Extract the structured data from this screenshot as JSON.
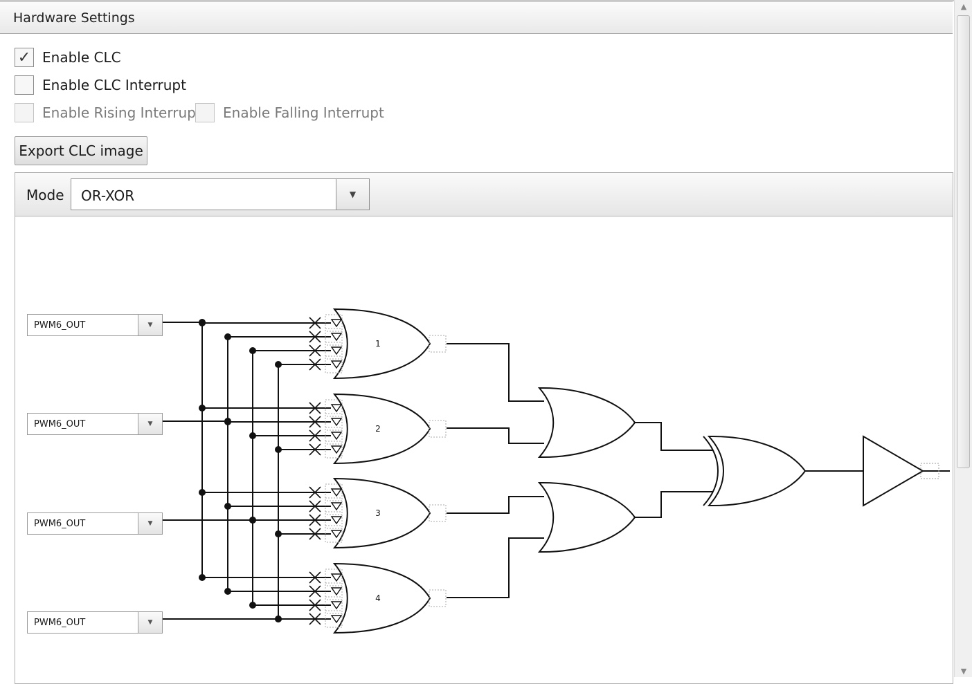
{
  "panel": {
    "title": "Hardware Settings"
  },
  "checkboxes": {
    "enable_clc": {
      "label": "Enable CLC",
      "checked": true
    },
    "enable_interrupt": {
      "label": "Enable CLC Interrupt",
      "checked": false
    },
    "enable_rising": {
      "label": "Enable Rising Interrupt",
      "checked": false,
      "disabled": true
    },
    "enable_falling": {
      "label": "Enable Falling Interrupt",
      "checked": false,
      "disabled": true
    }
  },
  "export_button": {
    "label": "Export CLC image"
  },
  "mode": {
    "label": "Mode",
    "value": "OR-XOR"
  },
  "inputs": [
    {
      "value": "PWM6_OUT"
    },
    {
      "value": "PWM6_OUT"
    },
    {
      "value": "PWM6_OUT"
    },
    {
      "value": "PWM6_OUT"
    }
  ],
  "gates": [
    "1",
    "2",
    "3",
    "4"
  ],
  "icons": {
    "check": "check-icon",
    "dropdown": "chevron-down-icon"
  }
}
